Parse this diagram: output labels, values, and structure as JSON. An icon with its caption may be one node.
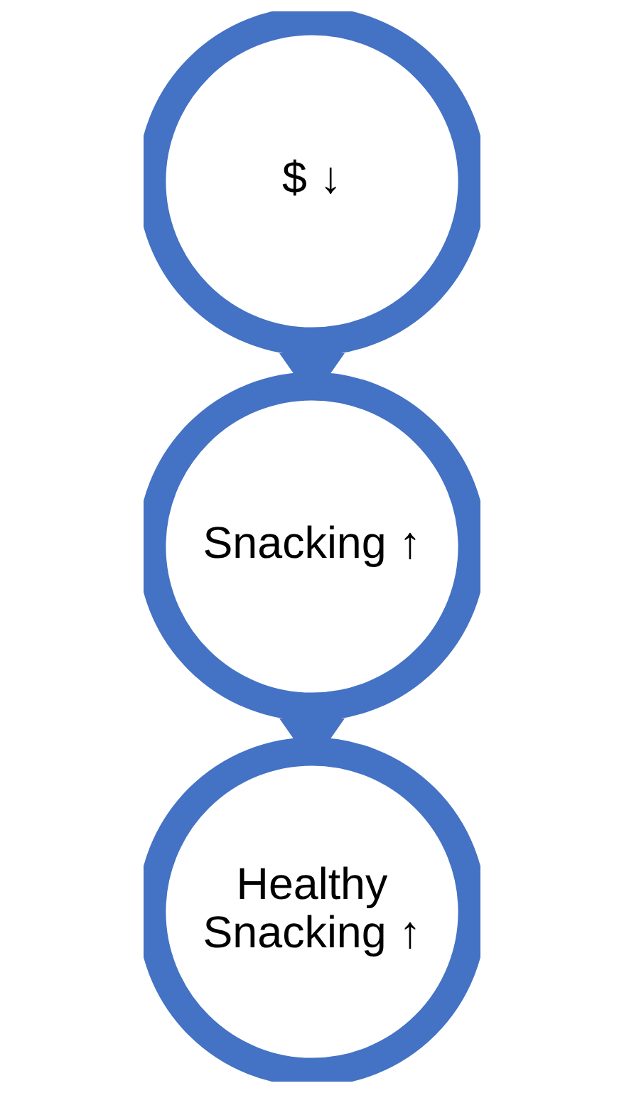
{
  "diagram": {
    "nodes": [
      {
        "text": [
          "$ ↓"
        ]
      },
      {
        "text": [
          "Snacking ↑"
        ]
      },
      {
        "text": [
          "Healthy Snacking ↑"
        ]
      }
    ],
    "edges": [
      {
        "from": 0,
        "to": 1,
        "arrow": "to",
        "style": "thick"
      },
      {
        "from": 1,
        "to": 2,
        "arrow": "to",
        "style": "thick"
      }
    ]
  }
}
